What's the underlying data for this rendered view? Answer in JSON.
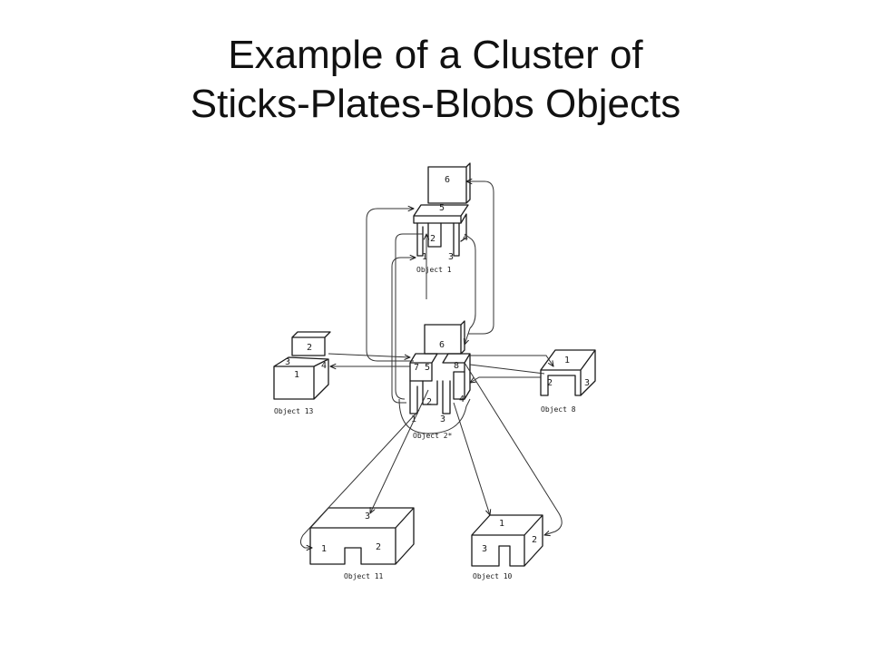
{
  "slide": {
    "title_line1": "Example of a Cluster of",
    "title_line2": "Sticks-Plates-Blobs Objects"
  },
  "objects": {
    "object1": {
      "label": "Object 1",
      "parts": [
        "6",
        "5",
        "2",
        "4",
        "1",
        "3"
      ]
    },
    "object2": {
      "label": "Object 2*",
      "parts": [
        "6",
        "7",
        "5",
        "8",
        "2",
        "1",
        "3",
        "4"
      ]
    },
    "object13": {
      "label": "Object 13",
      "parts": [
        "2",
        "3",
        "4",
        "1"
      ]
    },
    "object8": {
      "label": "Object 8",
      "parts": [
        "1",
        "2",
        "3"
      ]
    },
    "object11": {
      "label": "Object 11",
      "parts": [
        "3",
        "1",
        "2"
      ]
    },
    "object10": {
      "label": "Object 10",
      "parts": [
        "1",
        "3",
        "2"
      ]
    }
  },
  "colors": {
    "ink": "#1a1a1a",
    "background": "#ffffff",
    "title": "#111111"
  }
}
